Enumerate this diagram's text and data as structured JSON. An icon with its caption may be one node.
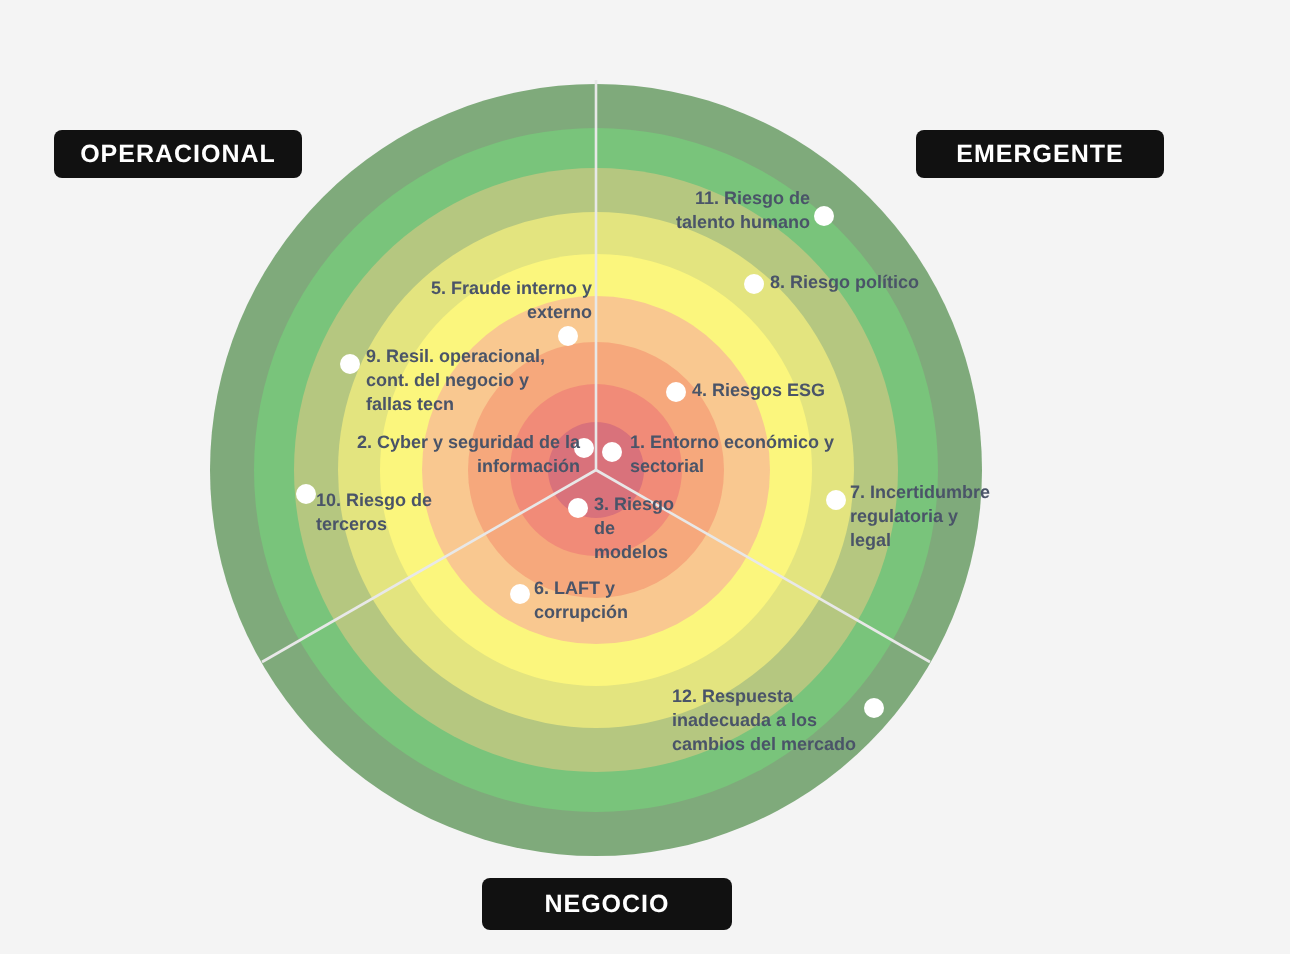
{
  "diagram": {
    "nodes": [
      {
        "text": [
          "OPERACIONAL"
        ]
      },
      {
        "text": [
          "EMERGENTE"
        ]
      },
      {
        "text": [
          "NEGOCIO"
        ]
      },
      {
        "text": [
          "1. Entorno económico y sectorial"
        ]
      },
      {
        "text": [
          "2. Cyber y seguridad de la información"
        ]
      },
      {
        "text": [
          "3. Riesgo de modelos"
        ]
      },
      {
        "text": [
          "4. Riesgos ESG"
        ]
      },
      {
        "text": [
          "5. Fraude interno y externo"
        ]
      },
      {
        "text": [
          "6. LAFT y corrupción"
        ]
      },
      {
        "text": [
          "7. Incertidumbre regulatoria y legal"
        ]
      },
      {
        "text": [
          "8. Riesgo político"
        ]
      },
      {
        "text": [
          "9. Resil. operacional, cont. del negocio y fallas tecn"
        ]
      },
      {
        "text": [
          "10. Riesgo de terceros"
        ]
      },
      {
        "text": [
          "11. Riesgo de talento humano"
        ]
      },
      {
        "text": [
          "12. Respuesta inadecuada a los cambios del mercado"
        ]
      }
    ]
  }
}
